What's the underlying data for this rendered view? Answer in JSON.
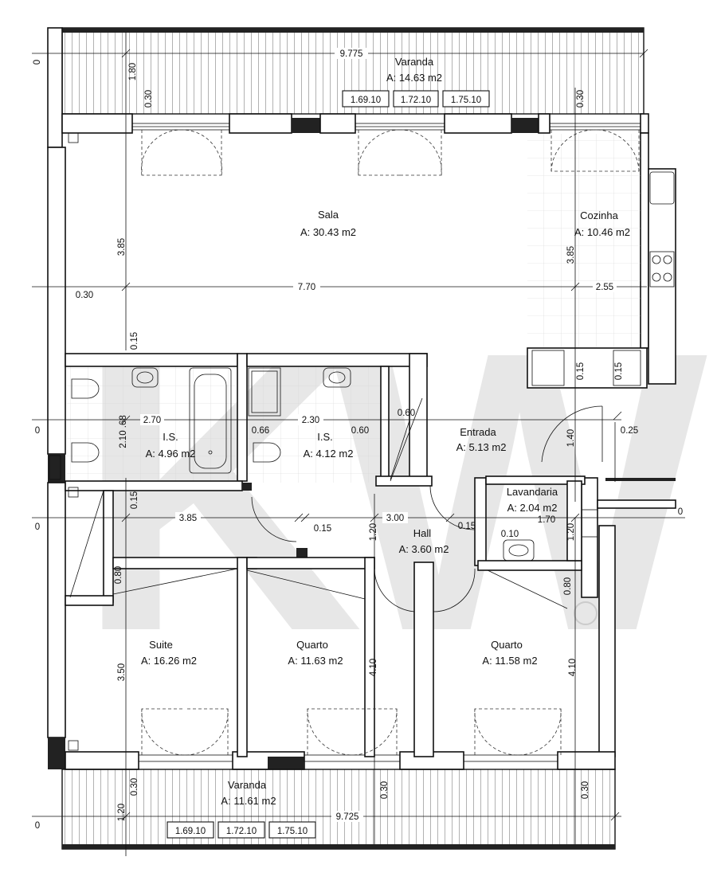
{
  "rooms": {
    "varanda_top": {
      "name": "Varanda",
      "area": "A: 14.63 m2"
    },
    "sala": {
      "name": "Sala",
      "area": "A: 30.43 m2"
    },
    "cozinha": {
      "name": "Cozinha",
      "area": "A: 10.46 m2"
    },
    "is_left": {
      "name": "I.S.",
      "area": "A: 4.96 m2"
    },
    "is_right": {
      "name": "I.S.",
      "area": "A: 4.12 m2"
    },
    "entrada": {
      "name": "Entrada",
      "area": "A: 5.13 m2"
    },
    "lavandaria": {
      "name": "Lavandaria",
      "area": "A: 2.04 m2"
    },
    "hall": {
      "name": "Hall",
      "area": "A: 3.60 m2"
    },
    "suite": {
      "name": "Suite",
      "area": "A: 16.26 m2"
    },
    "quarto_mid": {
      "name": "Quarto",
      "area": "A: 11.63 m2"
    },
    "quarto_right": {
      "name": "Quarto",
      "area": "A: 11.58 m2"
    },
    "varanda_bottom": {
      "name": "Varanda",
      "area": "A: 11.61 m2"
    }
  },
  "badges_top": [
    "1.69.10",
    "1.72.10",
    "1.75.10"
  ],
  "badges_bottom": [
    "1.69.10",
    "1.72.10",
    "1.75.10"
  ],
  "dimensions": {
    "top_width": "9.775",
    "top_depth": "1.80",
    "top_wall_left": "0.30",
    "top_wall_right": "0.30",
    "sala_width": "7.70",
    "cozinha_width": "2.55",
    "sala_height": "3.85",
    "cozinha_height": "3.85",
    "left_wall": "0.30",
    "wall_015_a": "0.15",
    "is_left_width": "2.70",
    "is_left_height": "2.10 .68",
    "is_right_width": "2.30",
    "dim_066": "0.66",
    "dim_060_a": "0.60",
    "dim_060_b": "0.60",
    "entrada_height": "1.40",
    "dim_025": "0.25",
    "cozinha_wall_a": "0.15",
    "cozinha_wall_b": "0.15",
    "wall_015_b": "0.15",
    "suite_width_top": "3.85",
    "hall_width": "3.00",
    "dim_015_c": "0.15",
    "dim_015_d": "0.15",
    "hall_height": "1.20",
    "lav_width": "1.70",
    "lav_dim": "0.10",
    "lav_height": "1.20",
    "dim_080_a": "0.80",
    "dim_080_b": "0.80",
    "suite_height": "3.50",
    "quarto_mid_height": "4.10",
    "quarto_right_height": "4.10",
    "bottom_wall_a": "0.30",
    "bottom_wall_b": "0.30",
    "bottom_wall_c": "0.30",
    "bottom_depth": "1.20",
    "bottom_width": "9.725",
    "level_a": "0",
    "level_b": "0",
    "level_c": "0",
    "level_d": "0",
    "level_top": "0"
  },
  "watermark": "KW"
}
